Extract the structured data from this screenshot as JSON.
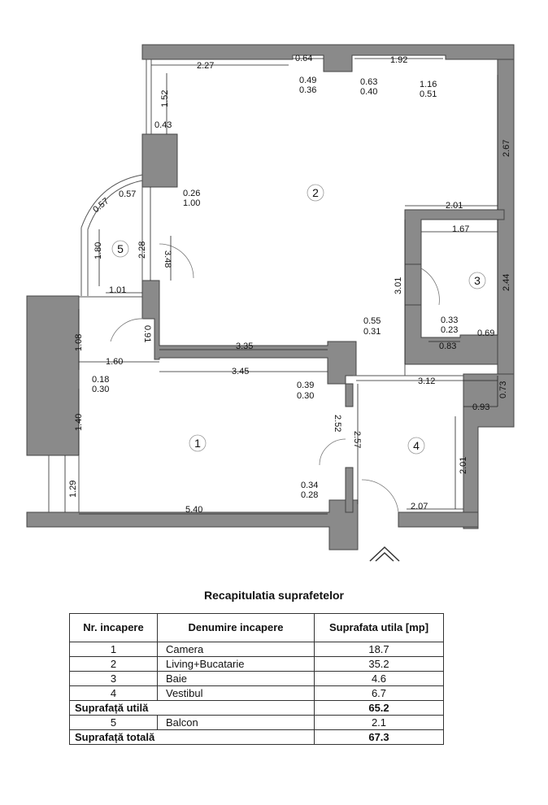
{
  "rooms": [
    {
      "num": "1"
    },
    {
      "num": "2"
    },
    {
      "num": "3"
    },
    {
      "num": "4"
    },
    {
      "num": "5"
    }
  ],
  "dims": [
    "2.27",
    "0.64",
    "1.92",
    "0.49",
    "0.36",
    "0.63",
    "0.40",
    "1.16",
    "0.51",
    "1.52",
    "0.43",
    "2.67",
    "0.57",
    "0.57",
    "0.26",
    "1.00",
    "2.01",
    "1.67",
    "1.80",
    "2.28",
    "3.48",
    "3.01",
    "2.44",
    "1.01",
    "0.55",
    "0.31",
    "0.33",
    "0.23",
    "0.69",
    "0.83",
    "1.08",
    "0.91",
    "3.35",
    "1.60",
    "3.45",
    "0.18",
    "0.30",
    "0.39",
    "0.30",
    "3.12",
    "0.73",
    "0.93",
    "1.40",
    "2.52",
    "2.57",
    "2.01",
    "1.29",
    "0.34",
    "0.28",
    "5.40",
    "2.07"
  ],
  "summary": {
    "title": "Recapitulatia suprafetelor",
    "headers": [
      "Nr. incapere",
      "Denumire incapere",
      "Suprafata utila [mp]"
    ],
    "rows": [
      {
        "nr": "1",
        "name": "Camera",
        "area": "18.7"
      },
      {
        "nr": "2",
        "name": "Living+Bucatarie",
        "area": "35.2"
      },
      {
        "nr": "3",
        "name": "Baie",
        "area": "4.6"
      },
      {
        "nr": "4",
        "name": "Vestibul",
        "area": "6.7"
      }
    ],
    "subtotal_label": "Suprafață utilă",
    "subtotal_value": "65.2",
    "balcony": {
      "nr": "5",
      "name": "Balcon",
      "area": "2.1"
    },
    "total_label": "Suprafață totală",
    "total_value": "67.3"
  }
}
